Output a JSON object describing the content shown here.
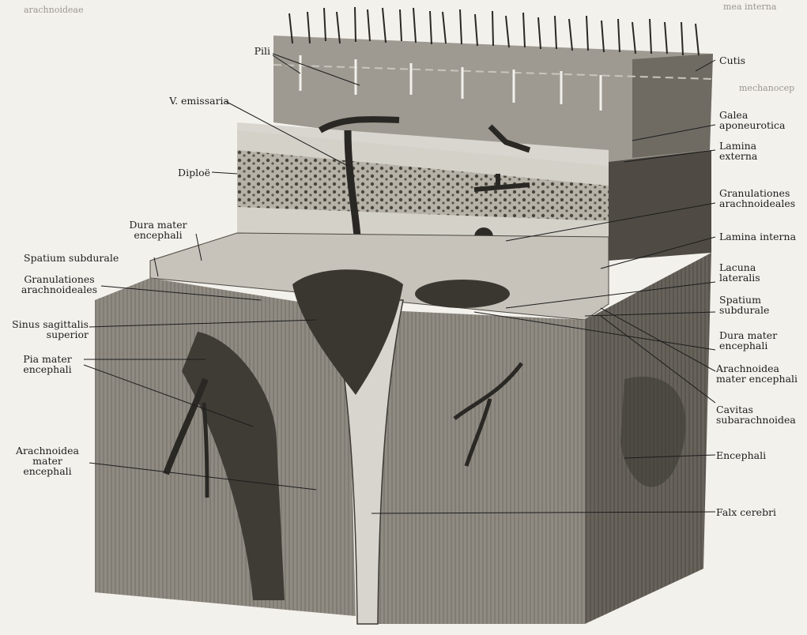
{
  "labels": {
    "pili": "Pili",
    "cutis": "Cutis",
    "v_emissaria": "V. emissaria",
    "galea": [
      "Galea",
      "aponeurotica"
    ],
    "diploe": "Diploë",
    "lamina_externa": [
      "Lamina",
      "externa"
    ],
    "granulationes_right": [
      "Granulationes",
      "arachnoideales"
    ],
    "dura_mater_top": [
      "Dura mater",
      "encephali"
    ],
    "lamina_interna": "Lamina interna",
    "spatium_subdurale_left": "Spatium subdurale",
    "lacuna_lateralis": [
      "Lacuna",
      "lateralis"
    ],
    "granulationes_left": [
      "Granulationes",
      "arachnoideales"
    ],
    "spatium_subdurale_right": [
      "Spatium",
      "subdurale"
    ],
    "sinus_sagittalis": [
      "Sinus sagittalis",
      "superior"
    ],
    "dura_mater_right": [
      "Dura mater",
      "encephali"
    ],
    "pia_mater": [
      "Pia mater",
      "encephali"
    ],
    "arachnoidea_right": [
      "Arachnoidea",
      "mater encephali"
    ],
    "cavitas": [
      "Cavitas",
      "subarachnoidea"
    ],
    "arachnoidea_left": [
      "Arachnoidea",
      "mater",
      "encephali"
    ],
    "encephali": "Encephali",
    "falx": "Falx cerebri"
  },
  "fragments": {
    "top_left": "arachnoideae",
    "top_right": "mea interna",
    "right_edge": "mechanocep"
  }
}
